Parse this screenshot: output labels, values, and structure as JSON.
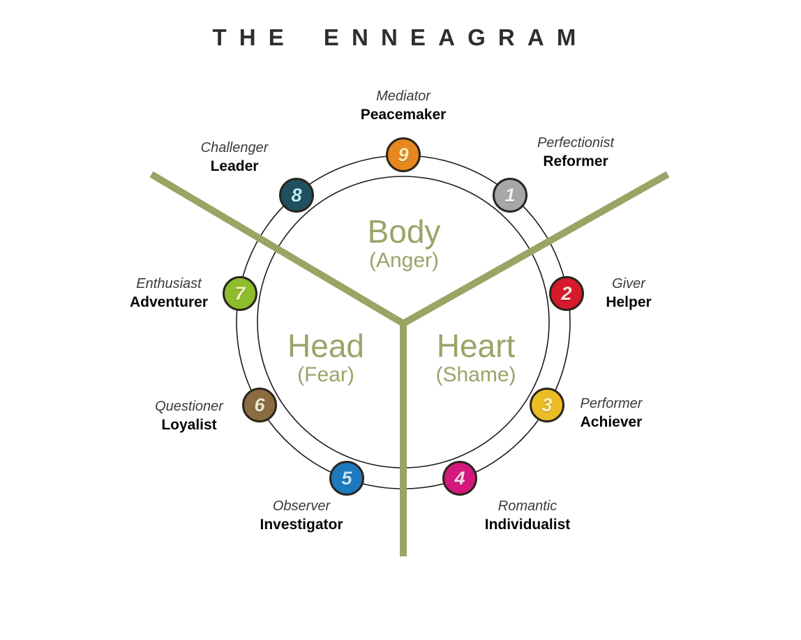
{
  "title": "THE ENNEAGRAM",
  "diagram": {
    "centers": [
      {
        "name": "Body",
        "emotion": "(Anger)"
      },
      {
        "name": "Head",
        "emotion": "(Fear)"
      },
      {
        "name": "Heart",
        "emotion": "(Shame)"
      }
    ],
    "types": [
      {
        "number": "1",
        "alias": "Perfectionist",
        "name": "Reformer",
        "color": "#A7A7A7",
        "number_color": "#F4F4F4"
      },
      {
        "number": "2",
        "alias": "Giver",
        "name": "Helper",
        "color": "#D6192B",
        "number_color": "#F7E3DD"
      },
      {
        "number": "3",
        "alias": "Performer",
        "name": "Achiever",
        "color": "#EABD24",
        "number_color": "#F7EDBE"
      },
      {
        "number": "4",
        "alias": "Romantic",
        "name": "Individualist",
        "color": "#D4187D",
        "number_color": "#F2D9E7"
      },
      {
        "number": "5",
        "alias": "Observer",
        "name": "Investigator",
        "color": "#1E7ABE",
        "number_color": "#C4E4F6"
      },
      {
        "number": "6",
        "alias": "Questioner",
        "name": "Loyalist",
        "color": "#8B6C40",
        "number_color": "#EEE8CF"
      },
      {
        "number": "7",
        "alias": "Enthusiast",
        "name": "Adventurer",
        "color": "#8EBC2C",
        "number_color": "#F3F5BD"
      },
      {
        "number": "8",
        "alias": "Challenger",
        "name": "Leader",
        "color": "#1E505F",
        "number_color": "#C2E8F0"
      },
      {
        "number": "9",
        "alias": "Mediator",
        "name": "Peacemaker",
        "color": "#E8871D",
        "number_color": "#F8ECBB"
      }
    ],
    "colors": {
      "divider": "#9AA464",
      "center_text": "#9AA468",
      "circle_stroke": "#1C1C1C"
    }
  }
}
